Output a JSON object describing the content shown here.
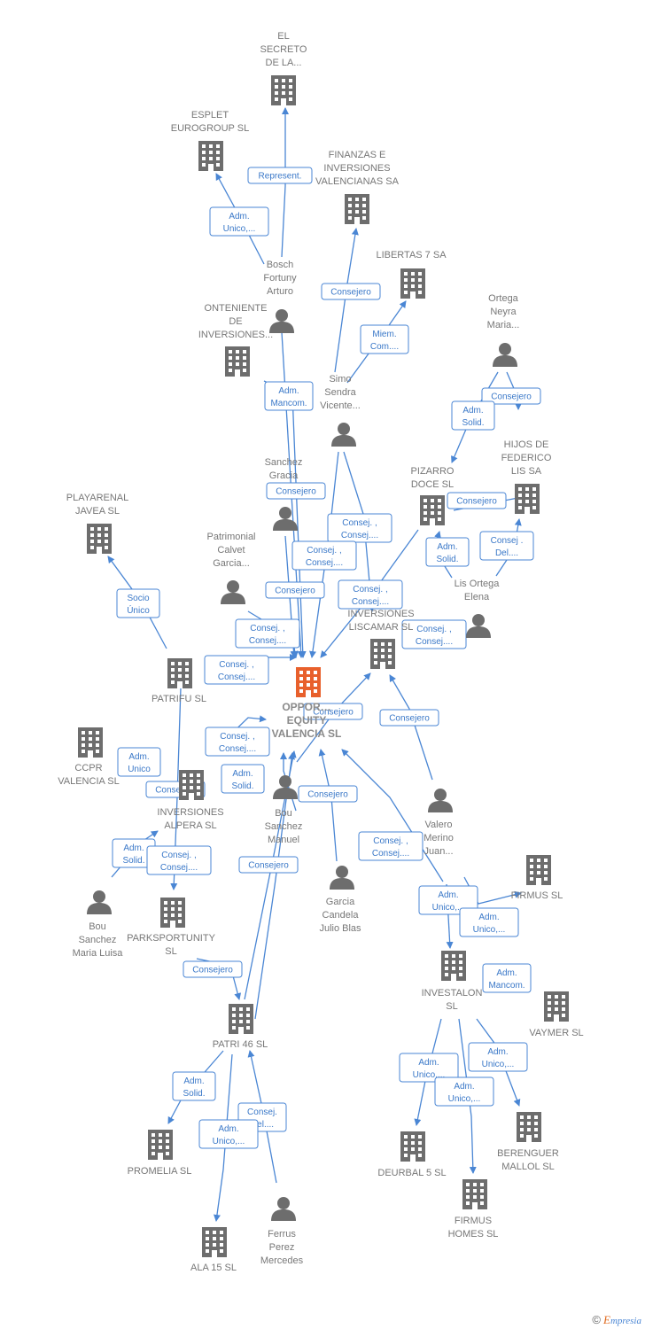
{
  "colors": {
    "edge": "#4a86d4",
    "company": "#6d6d6d",
    "person": "#6d6d6d",
    "main": "#e8602c",
    "label": "#777777"
  },
  "nodes": [
    {
      "id": "main",
      "type": "main",
      "label": [
        "OPPOR…",
        "EQUITY",
        "VALENCIA  SL"
      ]
    },
    {
      "id": "secreto",
      "type": "company",
      "label": [
        "EL",
        "SECRETO",
        "DE LA..."
      ]
    },
    {
      "id": "esplet",
      "type": "company",
      "label": [
        "ESPLET",
        "EUROGROUP SL"
      ]
    },
    {
      "id": "finanzas",
      "type": "company",
      "label": [
        "FINANZAS E",
        "INVERSIONES",
        "VALENCIANAS SA"
      ]
    },
    {
      "id": "libertas",
      "type": "company",
      "label": [
        "LIBERTAS 7 SA"
      ]
    },
    {
      "id": "bosch",
      "type": "person",
      "label": [
        "Bosch",
        "Fortuny",
        "Arturo"
      ]
    },
    {
      "id": "ontenient",
      "type": "company",
      "label": [
        "ONTENIENTE",
        "DE",
        "INVERSIONES..."
      ]
    },
    {
      "id": "ortega",
      "type": "person",
      "label": [
        "Ortega",
        "Neyra",
        "Maria..."
      ]
    },
    {
      "id": "simo",
      "type": "person",
      "label": [
        "Simo",
        "Sendra",
        "Vicente..."
      ]
    },
    {
      "id": "hijos",
      "type": "company",
      "label": [
        "HIJOS DE",
        "FEDERICO",
        "LIS SA"
      ]
    },
    {
      "id": "pizarro",
      "type": "company",
      "label": [
        "PIZARRO",
        "DOCE  SL"
      ]
    },
    {
      "id": "sanchez",
      "type": "person",
      "label": [
        "Sanchez",
        "Gracia"
      ]
    },
    {
      "id": "playarenal",
      "type": "company",
      "label": [
        "PLAYARENAL",
        "JAVEA SL"
      ]
    },
    {
      "id": "patrimonial",
      "type": "person",
      "label": [
        "Patrimonial",
        "Calvet",
        "Garcia..."
      ]
    },
    {
      "id": "lisortega",
      "type": "person",
      "label": [
        "Lis Ortega",
        "Elena"
      ]
    },
    {
      "id": "liscamar",
      "type": "company",
      "label": [
        "INVERSIONES",
        "LISCAMAR SL"
      ]
    },
    {
      "id": "patrifu",
      "type": "company",
      "label": [
        "PATRIFU SL"
      ]
    },
    {
      "id": "ccpr",
      "type": "company",
      "label": [
        "CCPR",
        "VALENCIA  SL"
      ]
    },
    {
      "id": "alpera",
      "type": "company",
      "label": [
        "INVERSIONES",
        "ALPERA SL"
      ]
    },
    {
      "id": "boum",
      "type": "person",
      "label": [
        "Bou",
        "Sanchez",
        "Manuel"
      ]
    },
    {
      "id": "valero",
      "type": "person",
      "label": [
        "Valero",
        "Merino",
        "Juan..."
      ]
    },
    {
      "id": "garcia",
      "type": "person",
      "label": [
        "Garcia",
        "Candela",
        "Julio Blas"
      ]
    },
    {
      "id": "firmus",
      "type": "company",
      "label": [
        "FIRMUS  SL"
      ]
    },
    {
      "id": "bouml",
      "type": "person",
      "label": [
        "Bou",
        "Sanchez",
        "Maria Luisa"
      ]
    },
    {
      "id": "parksport",
      "type": "company",
      "label": [
        "PARKSPORTUNITY",
        "SL"
      ]
    },
    {
      "id": "investalon",
      "type": "company",
      "label": [
        "INVESTALON",
        "SL"
      ]
    },
    {
      "id": "vaymer",
      "type": "company",
      "label": [
        "VAYMER SL"
      ]
    },
    {
      "id": "patri46",
      "type": "company",
      "label": [
        "PATRI 46  SL"
      ]
    },
    {
      "id": "promelia",
      "type": "company",
      "label": [
        "PROMELIA  SL"
      ]
    },
    {
      "id": "berenguer",
      "type": "company",
      "label": [
        "BERENGUER",
        "MALLOL  SL"
      ]
    },
    {
      "id": "deurbal",
      "type": "company",
      "label": [
        "DEURBAL 5 SL"
      ]
    },
    {
      "id": "ferrus",
      "type": "person",
      "label": [
        "Ferrus",
        "Perez",
        "Mercedes"
      ]
    },
    {
      "id": "firmushomes",
      "type": "company",
      "label": [
        "FIRMUS",
        "HOMES  SL"
      ]
    },
    {
      "id": "ala15",
      "type": "company",
      "label": [
        "ALA 15 SL"
      ]
    }
  ],
  "edge_labels": [
    {
      "id": "e1",
      "lines": [
        "Represent."
      ]
    },
    {
      "id": "e2",
      "lines": [
        "Adm.",
        "Unico,..."
      ]
    },
    {
      "id": "e3",
      "lines": [
        "Consejero"
      ]
    },
    {
      "id": "e4",
      "lines": [
        "Miem.",
        "Com...."
      ]
    },
    {
      "id": "e5",
      "lines": [
        "Adm.",
        "Mancom."
      ]
    },
    {
      "id": "e6",
      "lines": [
        "Consejero"
      ]
    },
    {
      "id": "e7",
      "lines": [
        "Adm.",
        "Solid."
      ]
    },
    {
      "id": "e8",
      "lines": [
        "Consejero"
      ]
    },
    {
      "id": "e9",
      "lines": [
        "Consejero"
      ]
    },
    {
      "id": "e10",
      "lines": [
        "Consej. ,",
        "Consej...."
      ]
    },
    {
      "id": "e11",
      "lines": [
        "Consej. ,",
        "Consej...."
      ]
    },
    {
      "id": "e12",
      "lines": [
        "Adm.",
        "Solid."
      ]
    },
    {
      "id": "e13",
      "lines": [
        "Consej .",
        "Del...."
      ]
    },
    {
      "id": "e14",
      "lines": [
        "Socio",
        "Único"
      ]
    },
    {
      "id": "e15",
      "lines": [
        "Consejero"
      ]
    },
    {
      "id": "e16",
      "lines": [
        "Consej. ,",
        "Consej...."
      ]
    },
    {
      "id": "e17",
      "lines": [
        "Consej. ,",
        "Consej...."
      ]
    },
    {
      "id": "e18",
      "lines": [
        "Consej. ,",
        "Consej...."
      ]
    },
    {
      "id": "e19",
      "lines": [
        "Consej. ,",
        "Consej...."
      ]
    },
    {
      "id": "e20",
      "lines": [
        "Consejero"
      ]
    },
    {
      "id": "e21",
      "lines": [
        "Consejero"
      ]
    },
    {
      "id": "e22",
      "lines": [
        "Consej. ,",
        "Consej...."
      ]
    },
    {
      "id": "e23",
      "lines": [
        "Adm.",
        "Unico"
      ]
    },
    {
      "id": "e24",
      "lines": [
        "Adm.",
        "Solid."
      ]
    },
    {
      "id": "e25",
      "lines": [
        "Consejero"
      ]
    },
    {
      "id": "e26",
      "lines": [
        "Consejero"
      ]
    },
    {
      "id": "e27",
      "lines": [
        "Adm.",
        "Solid."
      ]
    },
    {
      "id": "e28",
      "lines": [
        "Consej. ,",
        "Consej...."
      ]
    },
    {
      "id": "e29",
      "lines": [
        "Consejero"
      ]
    },
    {
      "id": "e30",
      "lines": [
        "Consej. ,",
        "Consej...."
      ]
    },
    {
      "id": "e31",
      "lines": [
        "Adm.",
        "Unico,..."
      ]
    },
    {
      "id": "e32",
      "lines": [
        "Adm.",
        "Unico,..."
      ]
    },
    {
      "id": "e33",
      "lines": [
        "Adm.",
        "Mancom."
      ]
    },
    {
      "id": "e34",
      "lines": [
        "Consejero"
      ]
    },
    {
      "id": "e35",
      "lines": [
        "Adm.",
        "Unico,..."
      ]
    },
    {
      "id": "e36",
      "lines": [
        "Adm.",
        "Solid."
      ]
    },
    {
      "id": "e37",
      "lines": [
        "Consej.",
        "Del...."
      ]
    },
    {
      "id": "e38",
      "lines": [
        "Adm.",
        "Unico,..."
      ]
    },
    {
      "id": "e39",
      "lines": [
        "Adm.",
        "Unico,..."
      ]
    },
    {
      "id": "e40",
      "lines": [
        "Adm.",
        "Unico,..."
      ]
    }
  ],
  "footer": {
    "copyright": "©",
    "brand_initial": "E",
    "brand_rest": "mpresia"
  }
}
